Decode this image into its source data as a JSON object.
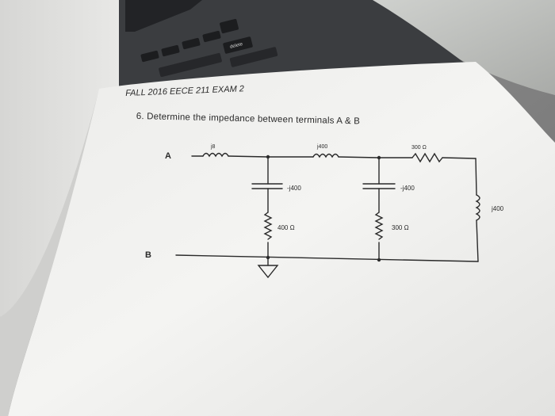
{
  "keyboard": {
    "delete_key_label": "delete"
  },
  "exam": {
    "header": "FALL 2016 EECE 211 EXAM 2",
    "question": "6. Determine the impedance between terminals A & B"
  },
  "circuit": {
    "terminal_a": "A",
    "terminal_b": "B",
    "inductor_j8": "j8",
    "inductor_top_j400": "j400",
    "resistor_top_300": "300 Ω",
    "capacitor_left": "-j400",
    "capacitor_middle": "-j400",
    "inductor_right_j400": "j400",
    "resistor_left_400": "400 Ω",
    "resistor_middle_300": "300 Ω"
  },
  "colors": {
    "paper": "#f3f3f1",
    "ink": "#2a2a2a",
    "laptop": "#3b3d40",
    "key": "#1c1d1f",
    "fabric": "#bfc1be"
  }
}
